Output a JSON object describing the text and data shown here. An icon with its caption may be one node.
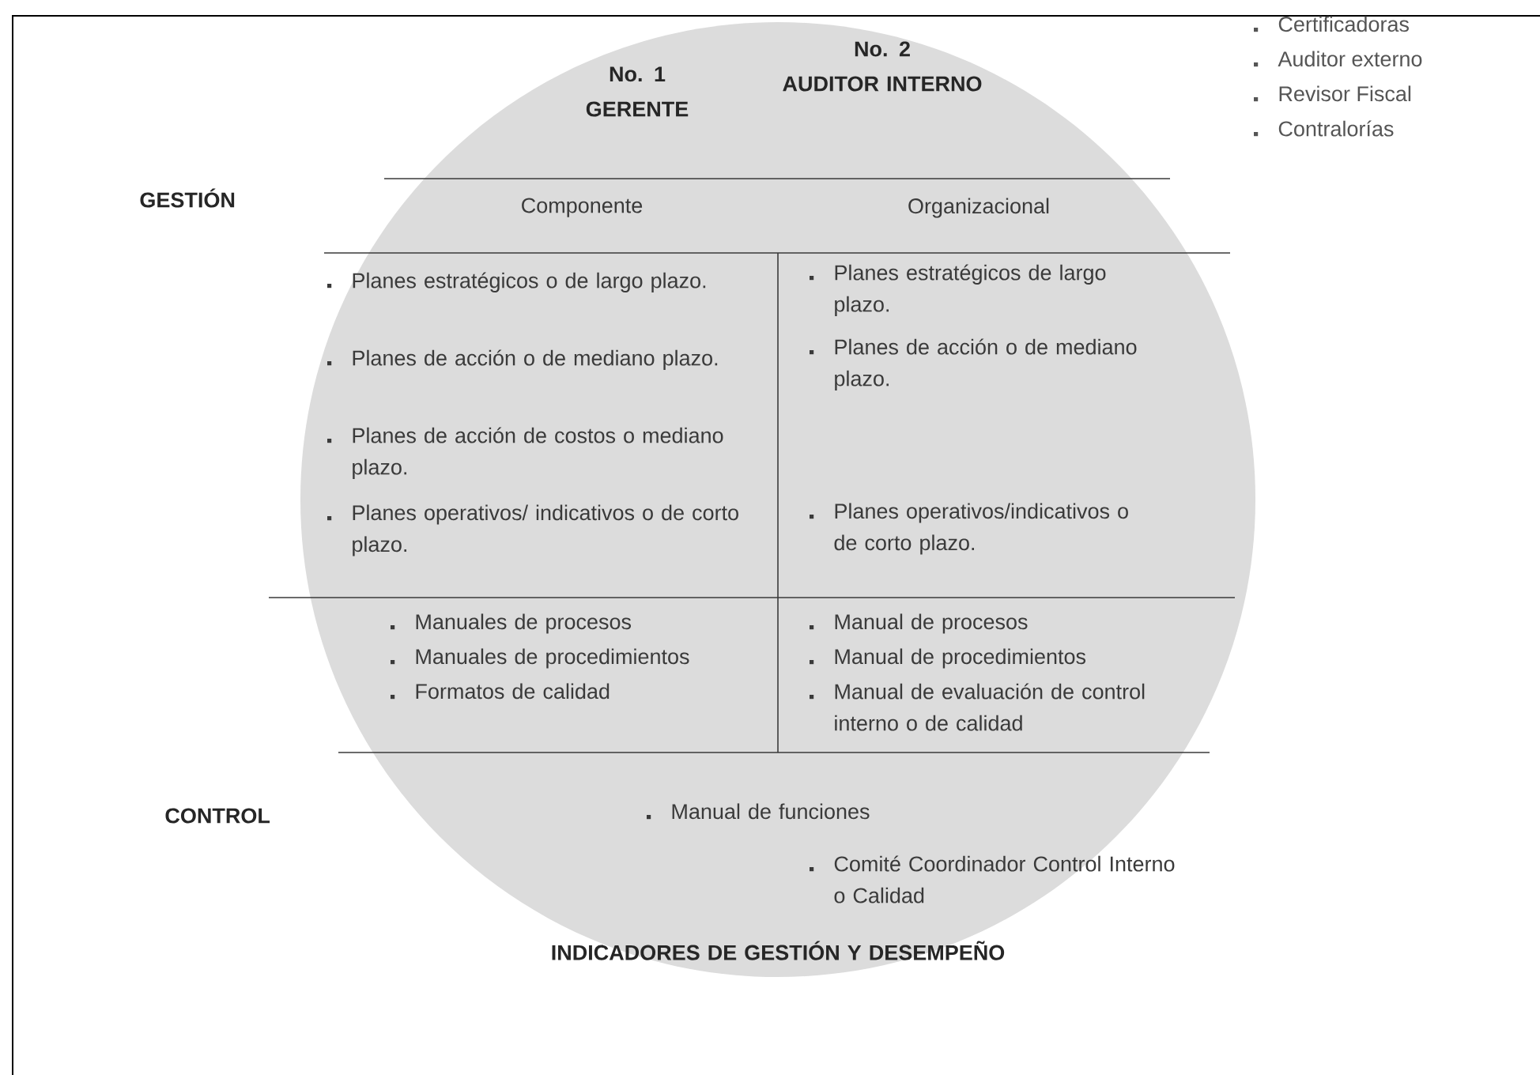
{
  "diagram": {
    "nodes": [
      {
        "text": [
          "No. 1",
          "GERENTE",
          "No. 2",
          "AUDITOR INTERNO",
          "Componente",
          "Organizacional",
          "Planes estratégicos o de largo plazo.",
          "Planes de acción o de mediano plazo.",
          "Planes de acción de costos o mediano plazo.",
          "Planes operativos/ indicativos o de corto plazo.",
          "Planes estratégicos de largo plazo.",
          "Planes de acción o de mediano plazo.",
          "Planes operativos/indicativos o de corto plazo.",
          "Manuales de procesos",
          "Manuales de procedimientos",
          "Formatos de calidad",
          "Manual de procesos",
          "Manual de procedimientos",
          "Manual de evaluación de control interno o de calidad",
          "Manual de funciones",
          "Comité Coordinador Control Interno o Calidad",
          "INDICADORES DE GESTIÓN Y DESEMPEÑO"
        ]
      }
    ],
    "labels": [
      "Certificadoras",
      "Auditor externo",
      "Revisor Fiscal",
      "Contralorías",
      "GESTIÓN",
      "CONTROL"
    ]
  }
}
